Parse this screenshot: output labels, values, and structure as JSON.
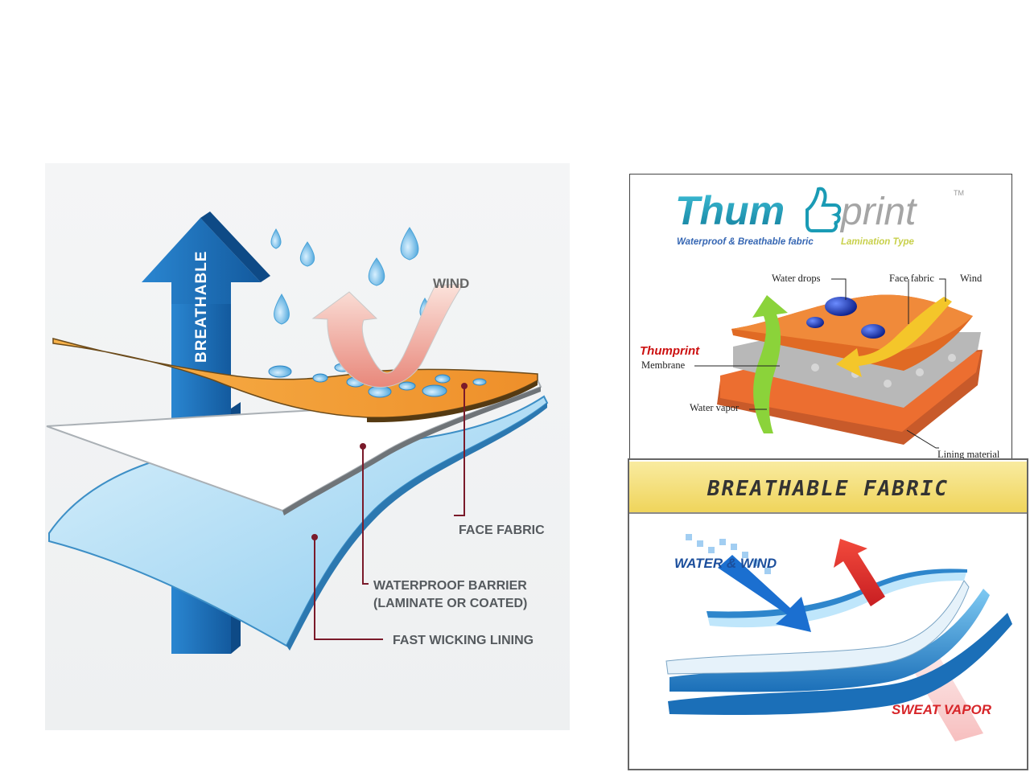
{
  "left_diagram": {
    "arrow_label": "BREATHABLE",
    "wind_label": "WIND",
    "face_label": "FACE FABRIC",
    "barrier_label_line1": "WATERPROOF BARRIER",
    "barrier_label_line2": "(LAMINATE OR COATED)",
    "lining_label": "FAST WICKING LINING"
  },
  "thumbprint_diagram": {
    "brand_part1": "Thum",
    "brand_part2": "print",
    "trademark": "TM",
    "tagline_part1": "Waterproof & Breathable fabric",
    "tagline_part2": "Lamination Type",
    "water_drops_label": "Water drops",
    "face_fabric_label": "Face fabric",
    "wind_label": "Wind",
    "membrane_brand": "Thumprint",
    "membrane_label": "Membrane",
    "water_vapor_label": "Water vapor",
    "lining_label": "Lining material"
  },
  "breathable_fabric_diagram": {
    "banner_title": "BREATHABLE FABRIC",
    "water_wind_label": "WATER & WIND",
    "sweat_vapor_label": "SWEAT VAPOR"
  },
  "colors": {
    "arrow_blue": "#1f6fb8",
    "face_orange": "#f2a13a",
    "lining_blue": "#bfe3f7",
    "leader_maroon": "#7a1a2a",
    "thumb_teal": "#1a9bb5",
    "banner_yellow": "#f6e07a",
    "sweat_red": "#e0383a"
  }
}
